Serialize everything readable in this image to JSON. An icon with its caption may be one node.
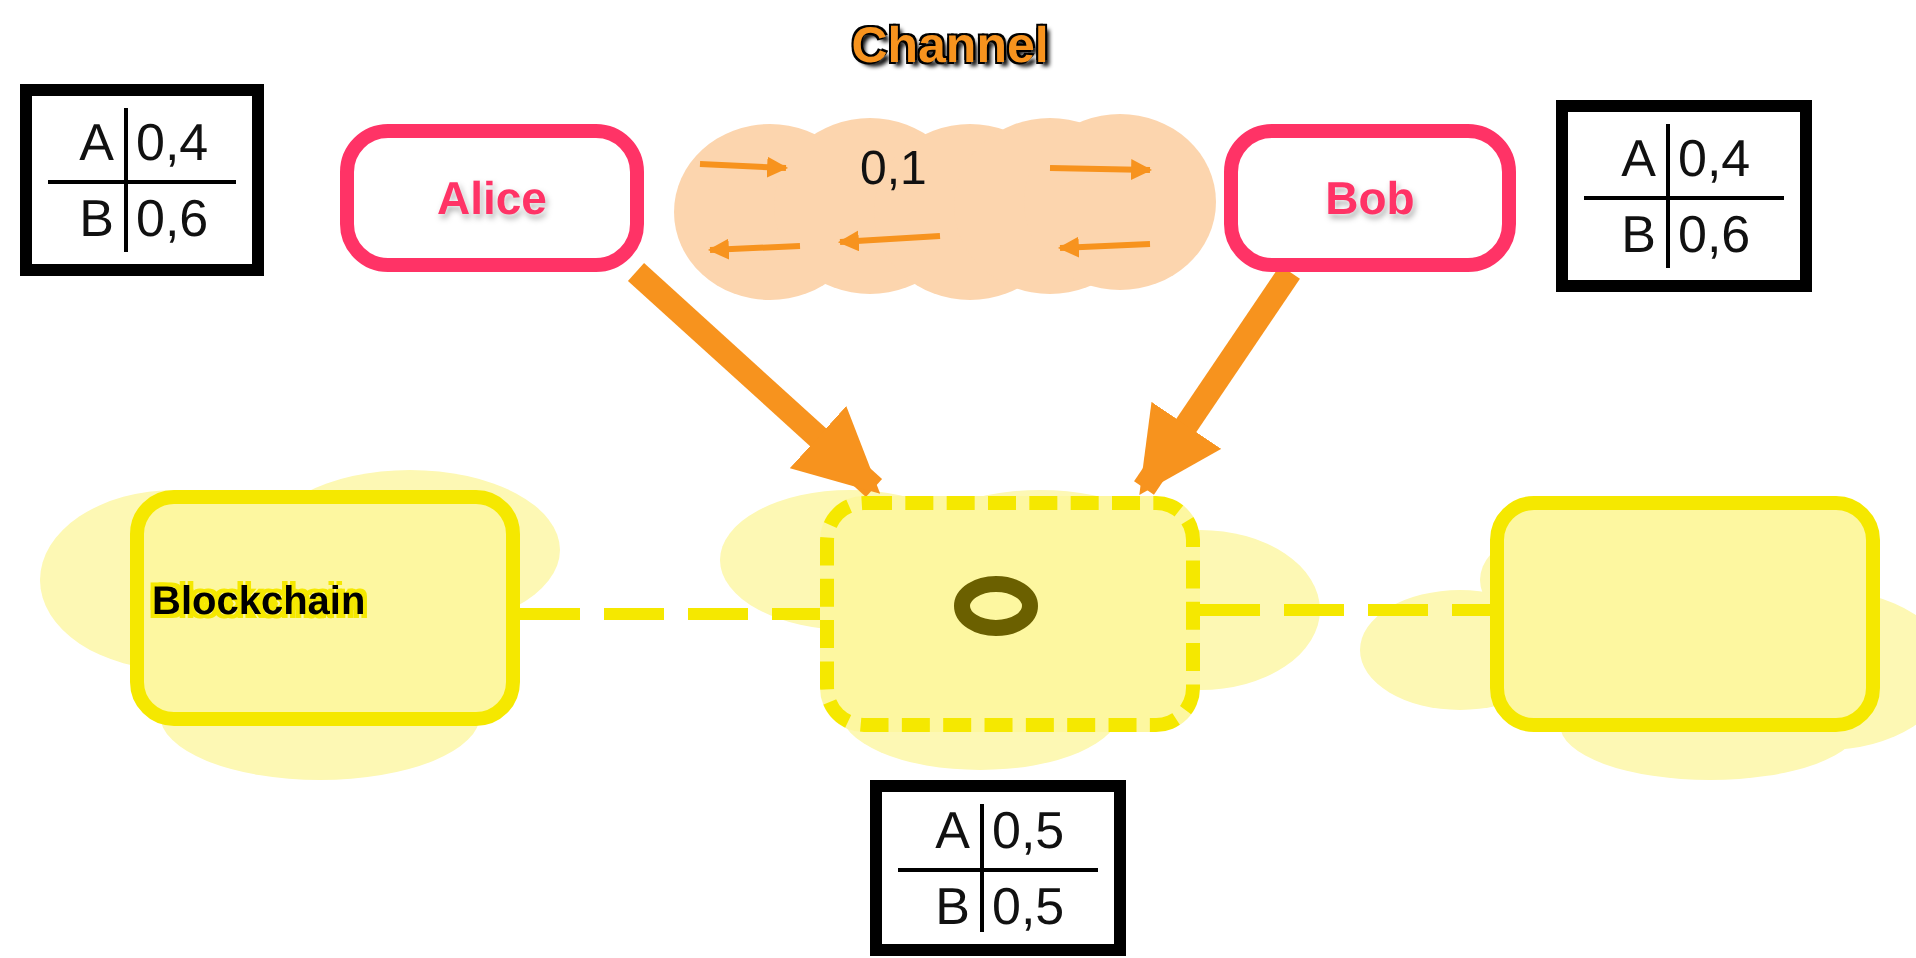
{
  "diagram": {
    "nodes": [
      {
        "text": [
          "Alice"
        ]
      },
      {
        "text": [
          "Channel",
          "0,1"
        ]
      },
      {
        "text": [
          "Bob"
        ]
      },
      {
        "text": [
          "A",
          "0,4",
          "B",
          "0,6"
        ]
      },
      {
        "text": [
          "A",
          "0,4",
          "B",
          "0,6"
        ]
      },
      {
        "text": [
          "Blockchain"
        ]
      },
      {
        "text": [],
        "shape": "box"
      },
      {
        "text": [],
        "shape": "box"
      },
      {
        "text": [
          "A",
          "0,5",
          "B",
          "0,5"
        ]
      }
    ],
    "edges": [
      {
        "from": 0,
        "to": 6,
        "arrow": "to",
        "style": "thick",
        "color": "#f7931e"
      },
      {
        "from": 2,
        "to": 6,
        "arrow": "to",
        "style": "thick",
        "color": "#f7931e"
      },
      {
        "from": 5,
        "to": 6,
        "arrow": "none",
        "style": "dashed"
      },
      {
        "from": 6,
        "to": 7,
        "arrow": "none",
        "style": "dashed"
      }
    ]
  }
}
